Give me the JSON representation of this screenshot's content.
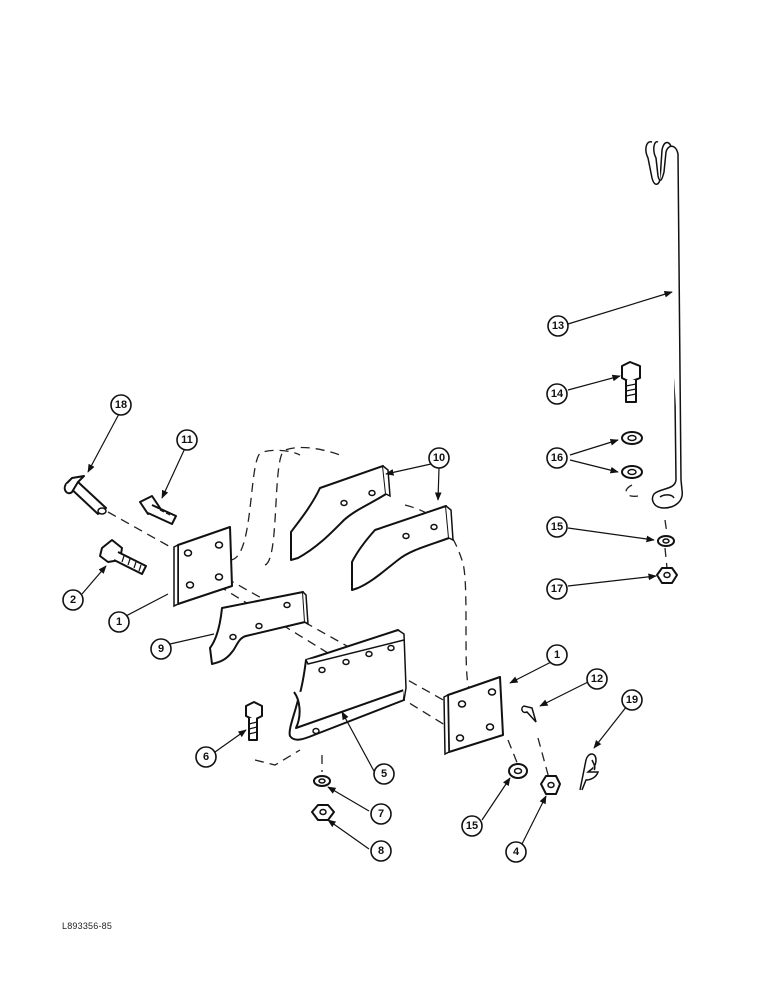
{
  "figure": {
    "reference_code": "L893356-85"
  },
  "callouts": [
    {
      "id": "c1a",
      "label": "1"
    },
    {
      "id": "c1b",
      "label": "1"
    },
    {
      "id": "c2",
      "label": "2"
    },
    {
      "id": "c4",
      "label": "4"
    },
    {
      "id": "c5",
      "label": "5"
    },
    {
      "id": "c6",
      "label": "6"
    },
    {
      "id": "c7",
      "label": "7"
    },
    {
      "id": "c8",
      "label": "8"
    },
    {
      "id": "c9",
      "label": "9"
    },
    {
      "id": "c10",
      "label": "10"
    },
    {
      "id": "c11",
      "label": "11"
    },
    {
      "id": "c12",
      "label": "12"
    },
    {
      "id": "c13",
      "label": "13"
    },
    {
      "id": "c14",
      "label": "14"
    },
    {
      "id": "c15a",
      "label": "15"
    },
    {
      "id": "c15b",
      "label": "15"
    },
    {
      "id": "c16",
      "label": "16"
    },
    {
      "id": "c17",
      "label": "17"
    },
    {
      "id": "c18",
      "label": "18"
    },
    {
      "id": "c19",
      "label": "19"
    }
  ]
}
